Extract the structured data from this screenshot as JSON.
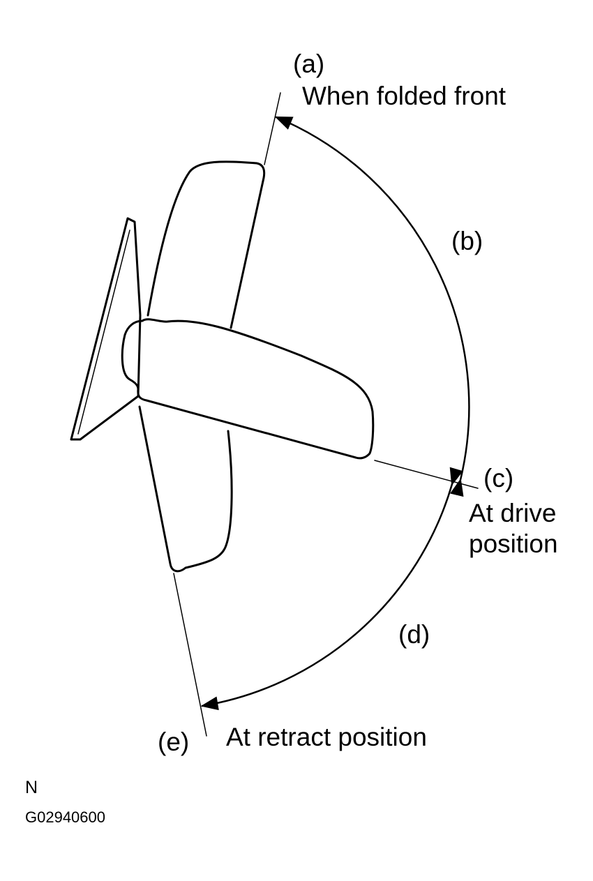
{
  "labels": {
    "a_marker": "(a)",
    "a_text": "When folded front",
    "b_marker": "(b)",
    "c_marker": "(c)",
    "c_text_line1": "At drive",
    "c_text_line2": "position",
    "d_marker": "(d)",
    "e_marker": "(e)",
    "e_text": "At retract position"
  },
  "footer": {
    "n_mark": "N",
    "figure_code": "G02940600"
  },
  "colors": {
    "ink": "#000000",
    "background": "#ffffff"
  }
}
